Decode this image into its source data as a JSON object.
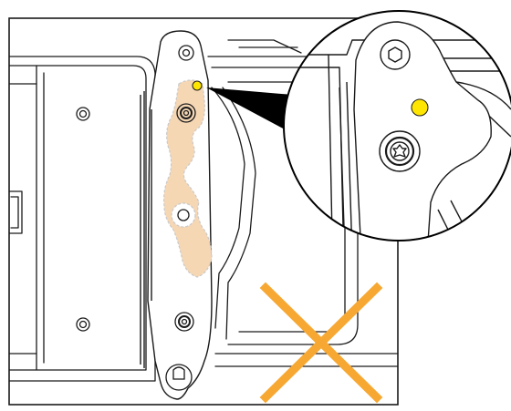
{
  "figure": {
    "kind": "technical-line-illustration",
    "colors": {
      "line": "#1a1a1a",
      "background": "#ffffff",
      "highlight": "#f6d7b4",
      "highlight_outline": "#c9c9c9",
      "marker": "#ffe600",
      "cross": "#f7a833",
      "callout": "#000000"
    },
    "elements": {
      "magnifier": {
        "shows": "detail-of-bracket-top"
      },
      "cross": {
        "meaning": "incorrect-mounting"
      },
      "highlight": {
        "meaning": "shaded-bracket-region"
      }
    }
  }
}
